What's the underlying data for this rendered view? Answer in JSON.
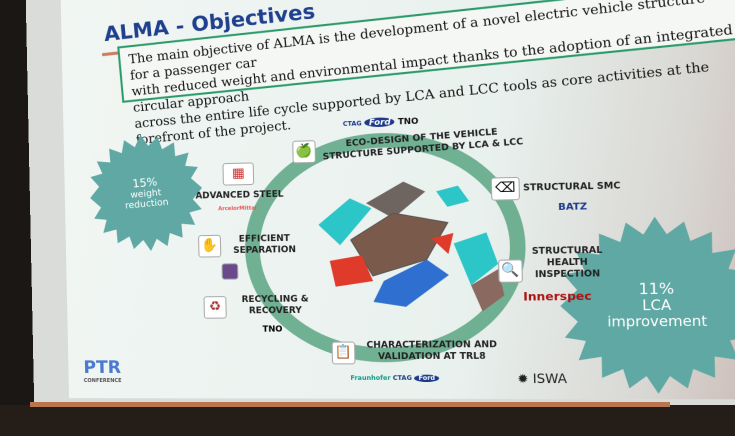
{
  "slide": {
    "title": "ALMA - Objectives",
    "intro": {
      "line1": "The main objective of ALMA is the development of a novel electric vehicle structure for a passenger car",
      "line2": "with reduced weight and environmental impact thanks to the adoption of an integrated circular approach",
      "line3": "across the entire life cycle supported by LCA and LCC tools as core activities at the forefront of the project."
    },
    "cycle": {
      "top_logos": [
        "CTAG",
        "Ford",
        "TNO"
      ],
      "eco_design": "ECO-DESIGN OF THE VEHICLE STRUCTURE SUPPORTED BY LCA & LCC",
      "advanced_steel": "ADVANCED STEEL",
      "advanced_steel_logo": "ArcelorMittal",
      "efficient_separation": "EFFICIENT SEPARATION",
      "recycling": "RECYCLING & RECOVERY",
      "recycling_logo": "TNO",
      "structural_smc": "STRUCTURAL SMC",
      "smc_logo": "BATZ",
      "health_inspection": "STRUCTURAL HEALTH INSPECTION",
      "inspection_logo": "Innerspec",
      "characterization": "CHARACTERIZATION AND VALIDATION AT TRL8",
      "bottom_logos": [
        "Fraunhofer",
        "CTAG",
        "Ford"
      ]
    },
    "weight_burst": {
      "value": "15%",
      "label": "weight reduction"
    },
    "lca_burst": {
      "value": "11%",
      "label": "LCA improvement"
    },
    "isw_logo": "ISWA",
    "conference_logo": "PTR",
    "conference_sub": "CONFERENCE",
    "colors": {
      "title": "#1f3f8f",
      "ring": "#5aa582",
      "burst": "#5fa8a3",
      "box_border": "#2a9a6a"
    }
  }
}
